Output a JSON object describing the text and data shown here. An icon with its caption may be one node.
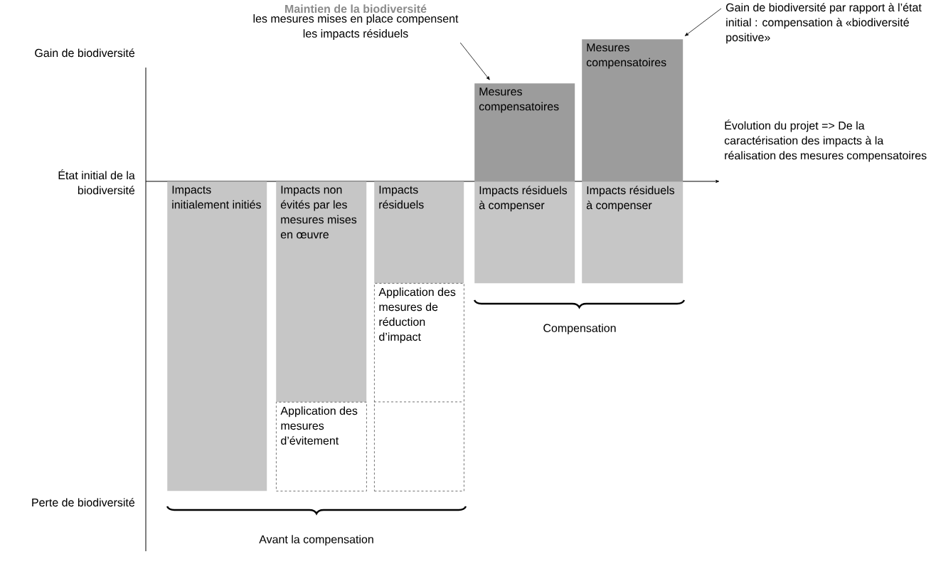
{
  "diagram": {
    "nodes": [
      {
        "text": [
          "Impacts initialement initiés"
        ]
      },
      {
        "text": [
          "Impacts non évités par les mesures mises en œuvre"
        ]
      },
      {
        "text": [
          "Application des mesures d’évitement"
        ]
      },
      {
        "text": [
          "Impacts résiduels"
        ]
      },
      {
        "text": [
          "Application des mesures de réduction d’impact"
        ]
      },
      {
        "text": [
          "Mesures compensatoires"
        ]
      },
      {
        "text": [
          "Impacts résiduels à compenser"
        ]
      },
      {
        "text": [
          "Mesures compensatoires"
        ]
      },
      {
        "text": [
          "Impacts résiduels à compenser"
        ]
      },
      {
        "text": [
          "Maintien de la biodiversité",
          "les mesures mises en place compensent les impacts résiduels"
        ]
      },
      {
        "text": [
          "Gain de biodiversité par rapport à l’état initial : compensation à «biodiversité positive»"
        ]
      }
    ],
    "edges": [
      {
        "from": 9,
        "to": 5,
        "arrow": "to"
      },
      {
        "from": 10,
        "to": 7,
        "arrow": "to"
      }
    ],
    "labels": [
      "Gain de biodiversité",
      "État initial de la biodiversité",
      "Évolution du projet => De la caractérisation des impacts à la réalisation des mesures compensatoires",
      "Compensation",
      "Perte de biodiversité",
      "Avant la compensation"
    ]
  }
}
